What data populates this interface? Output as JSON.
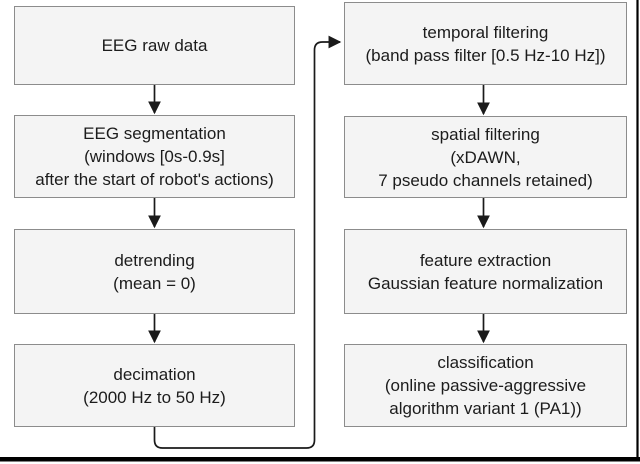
{
  "figure": {
    "type": "flowchart",
    "description": "EEG signal processing pipeline flow diagram, two columns of process boxes connected by arrows",
    "colors": {
      "background": "#ffffff",
      "node_fill": "#f4f4f4",
      "node_border": "#8c8c8c",
      "text": "#1c1c1c",
      "connector": "#1a1a1a",
      "frame": "#000000"
    }
  },
  "nodes": {
    "left": [
      {
        "id": "eeg-raw-data",
        "lines": [
          "EEG raw data"
        ]
      },
      {
        "id": "eeg-segmentation",
        "lines": [
          "EEG segmentation",
          "(windows [0s-0.9s]",
          "after the start of robot's actions)"
        ]
      },
      {
        "id": "detrending",
        "lines": [
          "detrending",
          "(mean = 0)"
        ]
      },
      {
        "id": "decimation",
        "lines": [
          "decimation",
          "(2000 Hz to 50 Hz)"
        ]
      }
    ],
    "right": [
      {
        "id": "temporal-filtering",
        "lines": [
          "temporal filtering",
          "(band pass filter [0.5 Hz-10 Hz])"
        ]
      },
      {
        "id": "spatial-filtering",
        "lines": [
          "spatial filtering",
          "(xDAWN,",
          "7 pseudo channels retained)"
        ]
      },
      {
        "id": "feature-extraction",
        "lines": [
          "feature extraction",
          "Gaussian feature normalization"
        ]
      },
      {
        "id": "classification",
        "lines": [
          "classification",
          "(online passive-aggressive",
          "algorithm variant 1 (PA1))"
        ]
      }
    ]
  },
  "edges": [
    {
      "from": "eeg-raw-data",
      "to": "eeg-segmentation"
    },
    {
      "from": "eeg-segmentation",
      "to": "detrending"
    },
    {
      "from": "detrending",
      "to": "decimation"
    },
    {
      "from": "decimation",
      "to": "temporal-filtering"
    },
    {
      "from": "temporal-filtering",
      "to": "spatial-filtering"
    },
    {
      "from": "spatial-filtering",
      "to": "feature-extraction"
    },
    {
      "from": "feature-extraction",
      "to": "classification"
    }
  ]
}
